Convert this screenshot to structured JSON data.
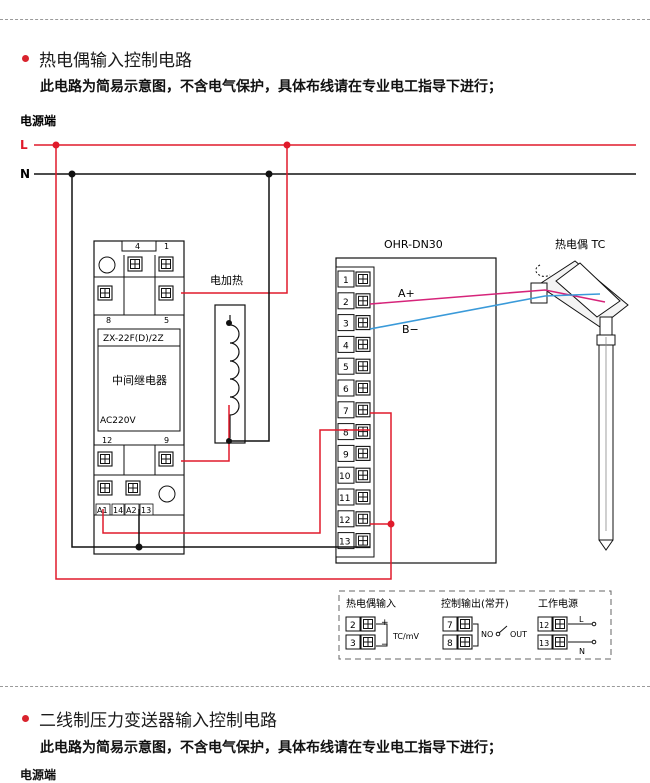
{
  "section1": {
    "title": "热电偶输入控制电路",
    "note": "此电路为简易示意图，不含电气保护，具体布线请在专业电工指导下进行；"
  },
  "section2": {
    "title": "二线制压力变送器输入控制电路",
    "note": "此电路为简易示意图，不含电气保护，具体布线请在专业电工指导下进行；",
    "power_label_partial": "电源端"
  },
  "diagram": {
    "power_label": "电源端",
    "line_L": "L",
    "line_N": "N",
    "relay": {
      "model": "ZX-22F(D)/2Z",
      "name": "中间继电器",
      "voltage": "AC220V",
      "terminals_top": [
        "4",
        "1"
      ],
      "terminals_mid": [
        "8",
        "5"
      ],
      "terminals_low": [
        "12",
        "9"
      ],
      "terminals_bottom": [
        "A1",
        "14",
        "A2",
        "13"
      ]
    },
    "heater_label": "电加热",
    "controller": {
      "model": "OHR-DN30",
      "terminals": [
        "1",
        "2",
        "3",
        "4",
        "5",
        "6",
        "7",
        "8",
        "9",
        "10",
        "11",
        "12",
        "13"
      ]
    },
    "thermocouple_label": "热电偶 TC",
    "wire_a_label": "A+",
    "wire_b_label": "B−",
    "colors": {
      "red": "#e01a2b",
      "magenta": "#d6247a",
      "blue": "#3a9ad9",
      "black": "#111111"
    },
    "legend": {
      "tc_title": "热电偶输入",
      "tc_terminals": [
        "2",
        "3"
      ],
      "tc_plus": "+",
      "tc_minus": "−",
      "tc_signal": "TC/mV",
      "ctrl_title": "控制输出(常开)",
      "ctrl_terminals": [
        "7",
        "8"
      ],
      "ctrl_no": "NO",
      "ctrl_out": "OUT",
      "power_title": "工作电源",
      "power_terminals": [
        "12",
        "13"
      ],
      "power_L": "L",
      "power_N": "N"
    }
  }
}
